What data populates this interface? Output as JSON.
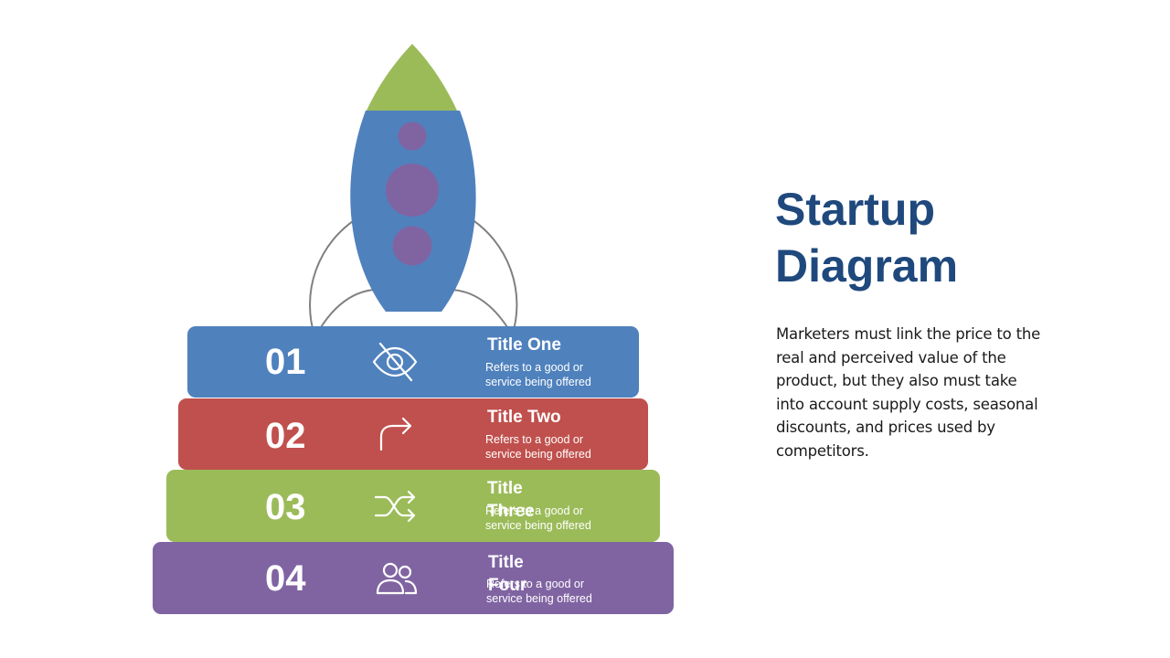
{
  "slide": {
    "heading": "Startup Diagram",
    "body": "Marketers must link the price to the real and perceived value of the product, but they also must take into account supply costs, seasonal discounts, and prices used by competitors."
  },
  "colors": {
    "blue": "#4f81bd",
    "red": "#c0504d",
    "green": "#9bbb59",
    "purple": "#8064a2",
    "heading": "#1f497d"
  },
  "steps": [
    {
      "number": "01",
      "title": "Title One",
      "description": "Refers to a good or service being offered",
      "icon": "eye-slash-icon",
      "color": "#4f81bd"
    },
    {
      "number": "02",
      "title": "Title Two",
      "description": "Refers to a good or service being offered",
      "icon": "turn-right-arrow-icon",
      "color": "#c0504d"
    },
    {
      "number": "03",
      "title": "Title Three",
      "description": "Refers to a good or service being offered",
      "icon": "shuffle-icon",
      "color": "#9bbb59"
    },
    {
      "number": "04",
      "title": "Title Four",
      "description": "Refers to a good or service being offered",
      "icon": "users-icon",
      "color": "#8064a2"
    }
  ]
}
